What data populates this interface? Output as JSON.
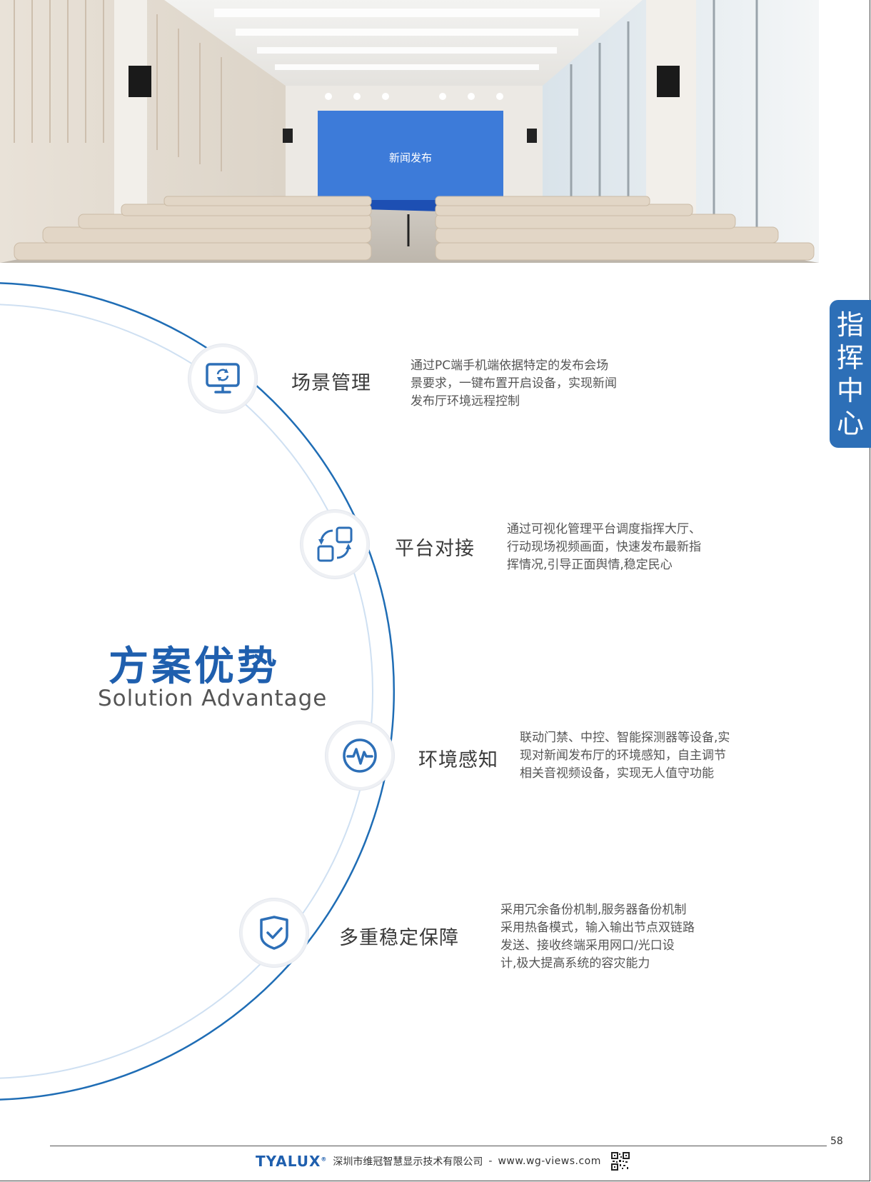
{
  "side_tab": {
    "chars": [
      "指",
      "挥",
      "中",
      "心"
    ]
  },
  "hero": {
    "screen_text": "新闻发布"
  },
  "title": {
    "main": "方案优势",
    "subtitle": "Solution Advantage"
  },
  "items": [
    {
      "title": "场景管理",
      "icon": "monitor-refresh-icon",
      "desc": [
        "通过PC端手机端依据特定的发布会场",
        "景要求，一键布置开启设备，实现新闻",
        "发布厅环境远程控制"
      ]
    },
    {
      "title": "平台对接",
      "icon": "platform-sync-icon",
      "desc": [
        "通过可视化管理平台调度指挥大厅、",
        "行动现场视频画面，快速发布最新指",
        "挥情况,引导正面舆情,稳定民心"
      ]
    },
    {
      "title": "环境感知",
      "icon": "pulse-icon",
      "desc": [
        "联动门禁、中控、智能探测器等设备,实",
        "现对新闻发布厅的环境感知，自主调节",
        "相关音视频设备，实现无人值守功能"
      ]
    },
    {
      "title": "多重稳定保障",
      "icon": "shield-check-icon",
      "desc": [
        "采用冗余备份机制,服务器备份机制",
        "采用热备模式，输入输出节点双链路",
        "发送、接收终端采用网口/光口设",
        "计,极大提高系统的容灾能力"
      ]
    }
  ],
  "footer": {
    "brand": "TYALUX",
    "brand_mark": "®",
    "company": "深圳市维冠智慧显示技术有限公司",
    "separator": "-",
    "website": "www.wg-views.com",
    "page_number": "58"
  },
  "colors": {
    "accent": "#1f5fae",
    "tab": "#2d6fb7",
    "arc": "#1f6db5",
    "arc_light": "#cfe0f2"
  }
}
